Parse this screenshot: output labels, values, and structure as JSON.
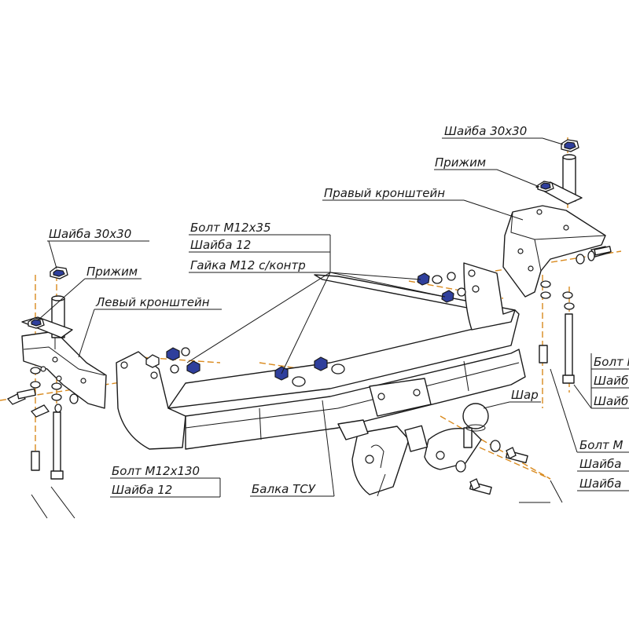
{
  "labels": {
    "washer_30_top": "Шайба 30х30",
    "clamp_right": "Прижим",
    "right_bracket": "Правый кронштейн",
    "bolt_m12x35": "Болт М12х35",
    "washer_12_mid": "Шайба 12",
    "nut_m12": "Гайка М12 с/контр",
    "washer_30_left": "Шайба 30х30",
    "clamp_left": "Прижим",
    "left_bracket": "Левый кронштейн",
    "ball": "Шар",
    "bolt_m12x130": "Болт М12х130",
    "washer_12_bottom": "Шайба 12",
    "beam": "Балка ТСУ",
    "right_group_line1": "Болт М",
    "right_group_line2": "Шайба",
    "right_group_line3": "Шайба",
    "lower_right_line1": "Болт М",
    "lower_right_line2": "Шайба",
    "lower_right_line3": "Шайба"
  },
  "colors": {
    "nut": "#2f3f9c",
    "axis_line": "#d98a1e",
    "line": "#1a1a1a"
  }
}
